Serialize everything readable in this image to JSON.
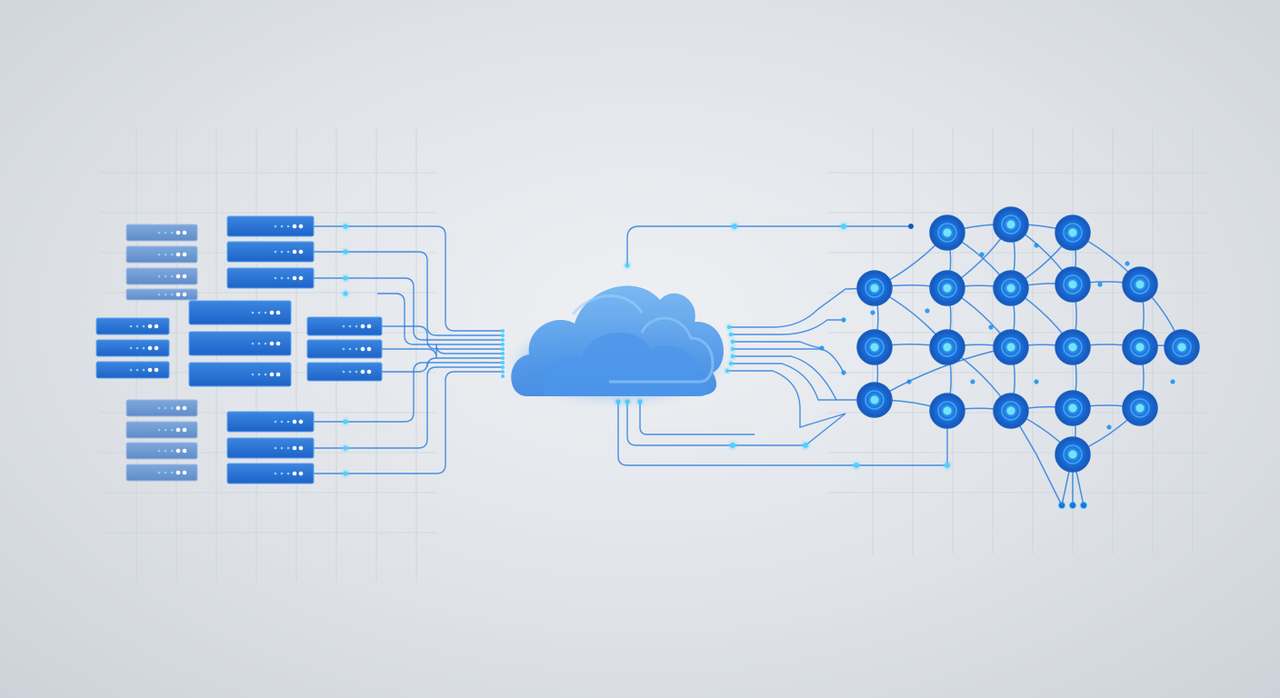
{
  "colors": {
    "accent": "#1f6fd6",
    "accent_dark": "#1558b8",
    "glow": "#4fd0ff",
    "cloud_light": "#6aaef0",
    "cloud_mid": "#3f8fe6",
    "wire": "#2a7fe0",
    "grid": "#c9ced6"
  },
  "icons": {
    "server": "server-rack-icon",
    "cloud": "cloud-icon",
    "network": "neural-network-icon"
  },
  "server_racks": [
    {
      "id": "r1",
      "size": "small"
    },
    {
      "id": "r2",
      "size": "small"
    },
    {
      "id": "r3",
      "size": "small"
    },
    {
      "id": "r4",
      "size": "small"
    },
    {
      "id": "r5",
      "size": "medium"
    },
    {
      "id": "r6",
      "size": "medium"
    },
    {
      "id": "r7",
      "size": "medium"
    },
    {
      "id": "r8",
      "size": "large"
    },
    {
      "id": "r9",
      "size": "large"
    },
    {
      "id": "r10",
      "size": "large"
    },
    {
      "id": "r11",
      "size": "small"
    },
    {
      "id": "r12",
      "size": "small"
    },
    {
      "id": "r13",
      "size": "small"
    },
    {
      "id": "r14",
      "size": "medium"
    },
    {
      "id": "r15",
      "size": "medium"
    },
    {
      "id": "r16",
      "size": "medium"
    },
    {
      "id": "r17",
      "size": "small"
    },
    {
      "id": "r18",
      "size": "small"
    },
    {
      "id": "r19",
      "size": "small"
    },
    {
      "id": "r20",
      "size": "small"
    },
    {
      "id": "r21",
      "size": "medium"
    },
    {
      "id": "r22",
      "size": "medium"
    },
    {
      "id": "r23",
      "size": "medium"
    }
  ],
  "network_node_count": 21
}
